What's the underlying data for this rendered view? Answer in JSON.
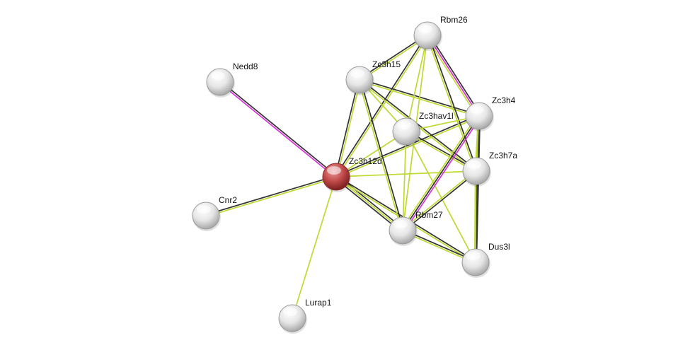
{
  "colors": {
    "black": "#333333",
    "yellowgreen": "#c0d832",
    "magenta": "#d633d6",
    "query_node": "#b83a3a",
    "node": "#e0e0e0"
  },
  "nodes": [
    {
      "id": "Zc3h12d",
      "query": true
    },
    {
      "id": "Rbm26"
    },
    {
      "id": "Nedd8"
    },
    {
      "id": "Zc3h15"
    },
    {
      "id": "Zc3h4"
    },
    {
      "id": "Zc3hav1l"
    },
    {
      "id": "Zc3h7a"
    },
    {
      "id": "Cnr2"
    },
    {
      "id": "Rbm27"
    },
    {
      "id": "Dus3l"
    },
    {
      "id": "Lurap1"
    }
  ],
  "edges": [
    {
      "from": "Nedd8",
      "to": "Zc3h12d",
      "evidence": [
        "black",
        "magenta"
      ]
    },
    {
      "from": "Cnr2",
      "to": "Zc3h12d",
      "evidence": [
        "black",
        "yellowgreen"
      ]
    },
    {
      "from": "Lurap1",
      "to": "Zc3h12d",
      "evidence": [
        "yellowgreen"
      ]
    },
    {
      "from": "Zc3h12d",
      "to": "Zc3h15",
      "evidence": [
        "black",
        "yellowgreen"
      ]
    },
    {
      "from": "Zc3h12d",
      "to": "Rbm26",
      "evidence": [
        "black",
        "yellowgreen"
      ]
    },
    {
      "from": "Zc3h12d",
      "to": "Zc3h4",
      "evidence": [
        "black",
        "yellowgreen"
      ]
    },
    {
      "from": "Zc3h12d",
      "to": "Zc3hav1l",
      "evidence": [
        "yellowgreen"
      ]
    },
    {
      "from": "Zc3h12d",
      "to": "Zc3h7a",
      "evidence": [
        "yellowgreen"
      ]
    },
    {
      "from": "Zc3h12d",
      "to": "Rbm27",
      "evidence": [
        "black",
        "yellowgreen",
        "black"
      ]
    },
    {
      "from": "Zc3h12d",
      "to": "Dus3l",
      "evidence": [
        "black",
        "yellowgreen"
      ]
    },
    {
      "from": "Zc3h15",
      "to": "Rbm26",
      "evidence": [
        "black",
        "yellowgreen"
      ]
    },
    {
      "from": "Zc3h15",
      "to": "Zc3h4",
      "evidence": [
        "black",
        "yellowgreen"
      ]
    },
    {
      "from": "Zc3h15",
      "to": "Zc3h7a",
      "evidence": [
        "black",
        "yellowgreen"
      ]
    },
    {
      "from": "Zc3h15",
      "to": "Zc3hav1l",
      "evidence": [
        "yellowgreen"
      ]
    },
    {
      "from": "Zc3h15",
      "to": "Rbm27",
      "evidence": [
        "black",
        "yellowgreen"
      ]
    },
    {
      "from": "Rbm26",
      "to": "Zc3hav1l",
      "evidence": [
        "yellowgreen"
      ]
    },
    {
      "from": "Rbm26",
      "to": "Zc3h4",
      "evidence": [
        "black",
        "magenta",
        "yellowgreen"
      ]
    },
    {
      "from": "Rbm26",
      "to": "Zc3h7a",
      "evidence": [
        "black",
        "yellowgreen"
      ]
    },
    {
      "from": "Rbm26",
      "to": "Rbm27",
      "evidence": [
        "yellowgreen"
      ]
    },
    {
      "from": "Zc3hav1l",
      "to": "Zc3h4",
      "evidence": [
        "yellowgreen"
      ]
    },
    {
      "from": "Zc3hav1l",
      "to": "Zc3h7a",
      "evidence": [
        "black",
        "yellowgreen"
      ]
    },
    {
      "from": "Zc3hav1l",
      "to": "Rbm27",
      "evidence": [
        "yellowgreen"
      ]
    },
    {
      "from": "Zc3hav1l",
      "to": "Dus3l",
      "evidence": [
        "yellowgreen"
      ]
    },
    {
      "from": "Zc3h4",
      "to": "Zc3h7a",
      "evidence": [
        "black",
        "yellowgreen"
      ]
    },
    {
      "from": "Zc3h4",
      "to": "Rbm27",
      "evidence": [
        "magenta",
        "black",
        "yellowgreen"
      ]
    },
    {
      "from": "Zc3h4",
      "to": "Dus3l",
      "evidence": [
        "black",
        "yellowgreen"
      ]
    },
    {
      "from": "Zc3h7a",
      "to": "Rbm27",
      "evidence": [
        "black",
        "yellowgreen"
      ]
    },
    {
      "from": "Zc3h7a",
      "to": "Dus3l",
      "evidence": [
        "black",
        "yellowgreen"
      ]
    },
    {
      "from": "Rbm27",
      "to": "Dus3l",
      "evidence": [
        "black",
        "yellowgreen"
      ]
    }
  ]
}
